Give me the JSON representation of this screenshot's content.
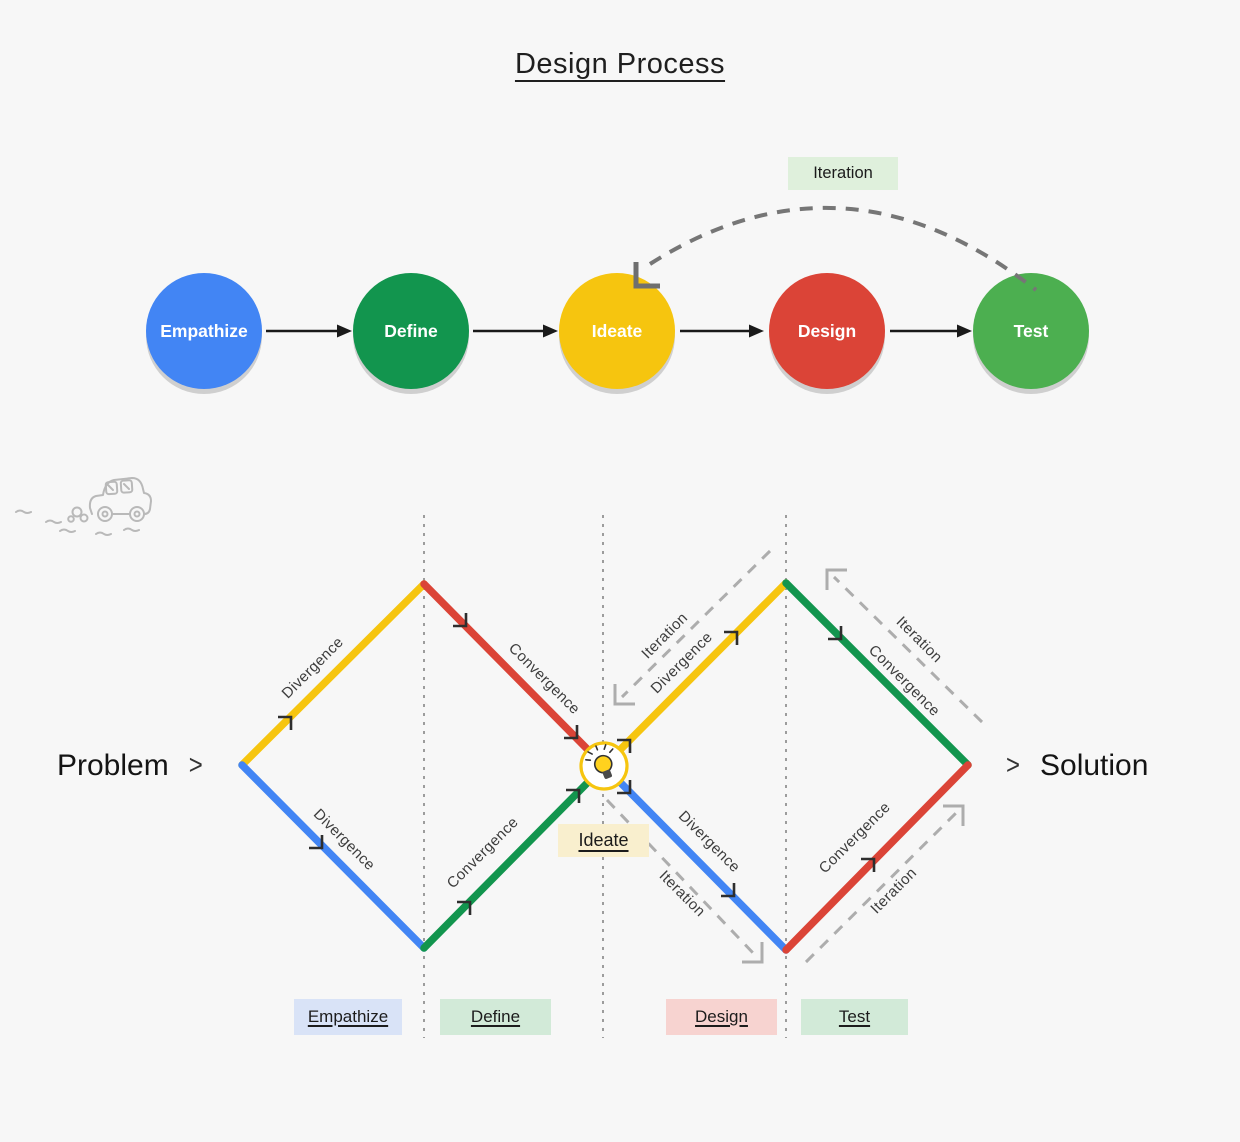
{
  "title": "Design Process",
  "process": {
    "steps": [
      {
        "label": "Empathize",
        "color": "#4285F4"
      },
      {
        "label": "Define",
        "color": "#12954E"
      },
      {
        "label": "Ideate",
        "color": "#F6C50F"
      },
      {
        "label": "Design",
        "color": "#DB4437"
      },
      {
        "label": "Test",
        "color": "#4CAF50"
      }
    ],
    "iteration_label": "Iteration"
  },
  "double_diamond": {
    "problem_label": "Problem",
    "solution_label": "Solution",
    "chevron": ">",
    "center_label": "Ideate",
    "labels": {
      "divergence": "Divergence",
      "convergence": "Convergence",
      "iteration": "Iteration"
    },
    "phases": [
      {
        "label": "Empathize",
        "bg": "#D9E3F7"
      },
      {
        "label": "Define",
        "bg": "#D2EAD8"
      },
      {
        "label": "Design",
        "bg": "#F7D3D0"
      },
      {
        "label": "Test",
        "bg": "#D2EAD8"
      }
    ]
  },
  "colors": {
    "background": "#F7F7F7",
    "blue": "#4285F4",
    "green_dark": "#12954E",
    "yellow": "#F6C50F",
    "red": "#DB4437",
    "green_light": "#4CAF50",
    "iteration_badge_bg": "#DFF0DC",
    "ideate_badge_bg": "#F9EFCE"
  }
}
